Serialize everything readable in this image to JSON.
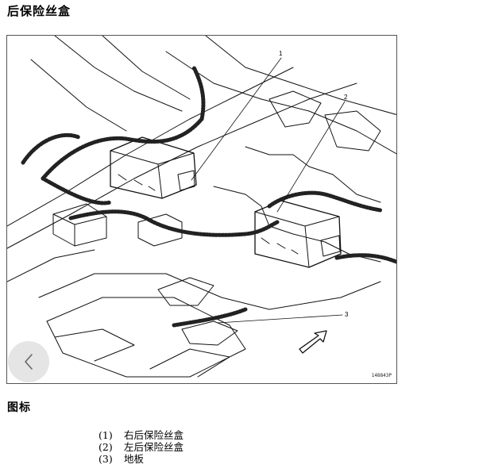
{
  "page": {
    "title": "后保险丝盒",
    "legend_title": "图标"
  },
  "figure": {
    "code": "148843P",
    "callouts": [
      "1",
      "2",
      "3"
    ]
  },
  "legend": {
    "items": [
      {
        "num": "(1)",
        "label": "右后保险丝盒"
      },
      {
        "num": "(2)",
        "label": "左后保险丝盒"
      },
      {
        "num": "(3)",
        "label": "地板"
      }
    ]
  },
  "nav": {
    "back_icon": "chevron-left-icon"
  }
}
